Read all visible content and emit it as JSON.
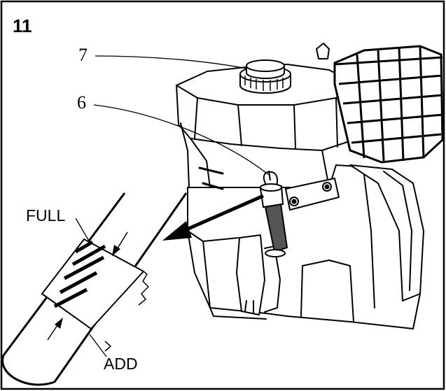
{
  "figure": {
    "number": "11",
    "callouts": {
      "oil_cap": "7",
      "dipstick": "6"
    },
    "dipstick_marks": {
      "full": "FULL",
      "add": "ADD"
    }
  },
  "colors": {
    "ink": "#000000",
    "paper": "#ffffff",
    "dipstick_shaft": "#555555"
  },
  "icons": [
    "oil-filler-cap-icon",
    "dipstick-handle-icon",
    "engine-icon",
    "muffler-guard-icon",
    "arrow-icon"
  ]
}
